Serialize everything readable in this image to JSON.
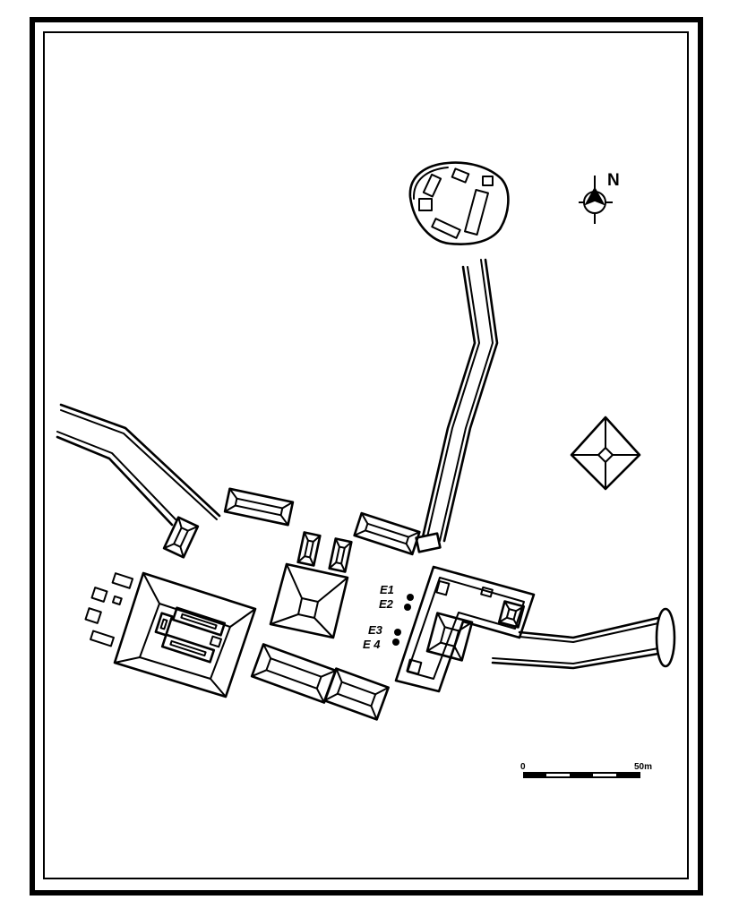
{
  "map": {
    "north_label": "N",
    "scale": {
      "start_label": "0",
      "end_label": "50m"
    },
    "markers": [
      {
        "id": "E1",
        "label": "E1"
      },
      {
        "id": "E2",
        "label": "E2"
      },
      {
        "id": "E3",
        "label": "E3"
      },
      {
        "id": "E4",
        "label": "E 4"
      }
    ],
    "icons": {
      "north_arrow": "compass-north-icon"
    },
    "colors": {
      "ink": "#000000",
      "paper": "#ffffff"
    }
  }
}
